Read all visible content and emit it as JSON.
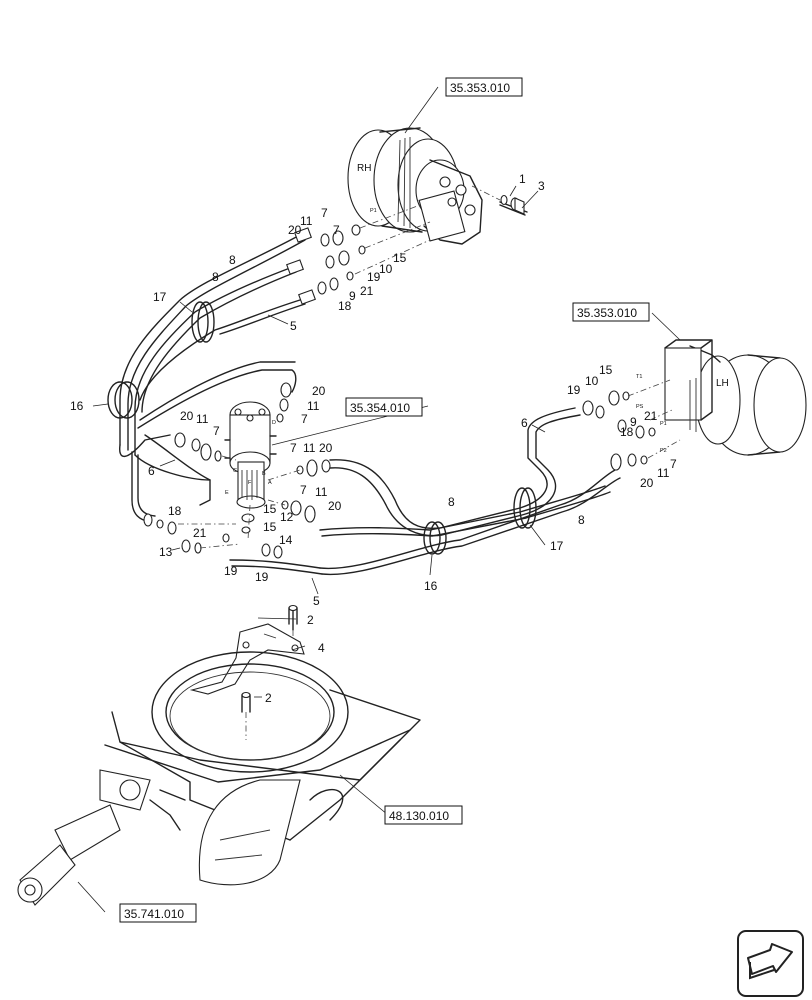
{
  "references": {
    "rh_motor": "35.353.010",
    "lh_motor": "35.353.010",
    "swivel": "35.354.010",
    "frame": "48.130.010",
    "cylinder": "35.741.010"
  },
  "motor_labels": {
    "rh": "RH",
    "lh": "LH"
  },
  "port_labels": {
    "p1": "P1",
    "p2": "P2",
    "t2": "T2",
    "ps": "PS",
    "t1": "T1",
    "a": "A",
    "b": "B",
    "c": "C",
    "d": "D",
    "e": "E",
    "f": "F"
  },
  "callouts": {
    "c1": "1",
    "c2": "2",
    "c3": "3",
    "c4": "4",
    "c5": "5",
    "c6": "6",
    "c7": "7",
    "c8": "8",
    "c9": "9",
    "c10": "10",
    "c11": "11",
    "c12": "12",
    "c13": "13",
    "c14": "14",
    "c15": "15",
    "c16": "16",
    "c17": "17",
    "c18": "18",
    "c19": "19",
    "c20": "20",
    "c21": "21"
  },
  "nav": {
    "icon": "next-page-arrow-icon"
  }
}
